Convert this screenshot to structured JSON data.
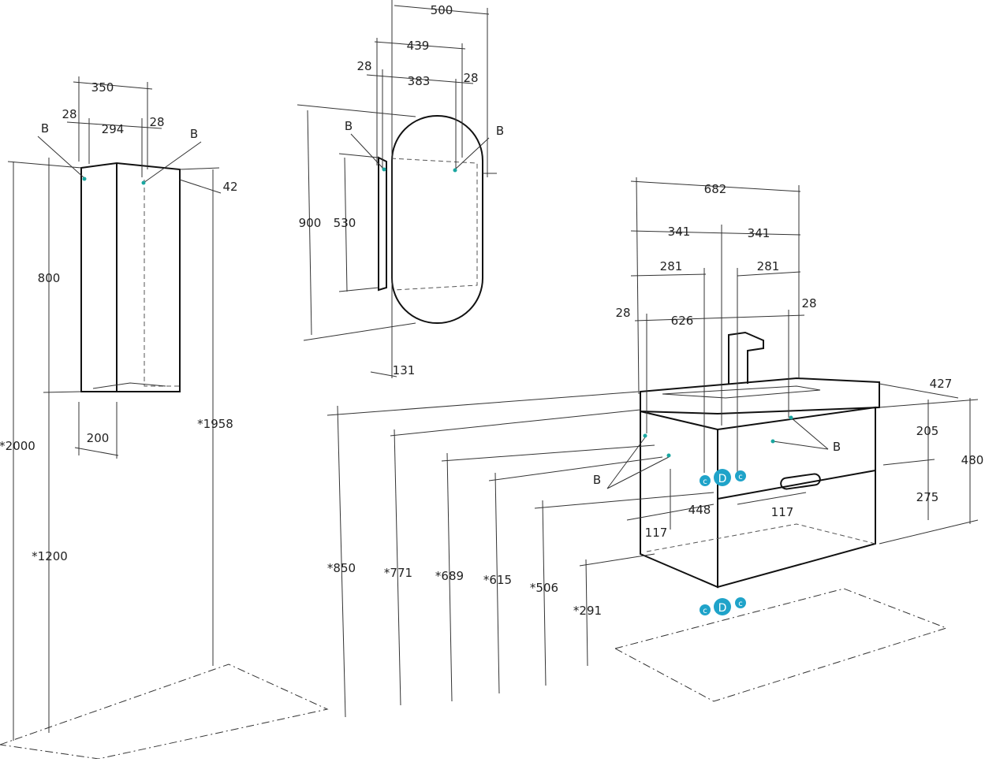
{
  "colors": {
    "line": "#111111",
    "dimension": "#333333",
    "marker": "#1fa3c9",
    "marker_point": "#1aa6a0"
  },
  "pencil": {
    "w_total": "350",
    "w_inner": "294",
    "side_l": "28",
    "side_r": "28",
    "top": "42",
    "height": "800",
    "depth": "200",
    "mount_h": "*1200",
    "total_h": "*2000",
    "right_h": "*1958",
    "b_left": "B",
    "b_right": "B"
  },
  "mirror": {
    "w_outer": "500",
    "w_mid": "439",
    "w_inner": "383",
    "side_l": "28",
    "side_r": "28",
    "height": "900",
    "inner_h": "530",
    "depth": "131",
    "b_left": "B",
    "b_right": "B"
  },
  "vanity": {
    "w_total": "682",
    "half_l": "341",
    "half_r": "341",
    "quart_l": "281",
    "quart_r": "281",
    "inner_w": "626",
    "side_l": "28",
    "side_r": "28",
    "depth": "427",
    "top_h": "205",
    "bottom_h": "275",
    "total_h": "480",
    "h850": "*850",
    "h771": "*771",
    "h689": "*689",
    "h615": "*615",
    "h506": "*506",
    "h291": "*291",
    "d448": "448",
    "d117_l": "117",
    "d117_r": "117",
    "b_left": "B",
    "b_right": "B",
    "markers": {
      "c": "c",
      "d": "D"
    }
  }
}
